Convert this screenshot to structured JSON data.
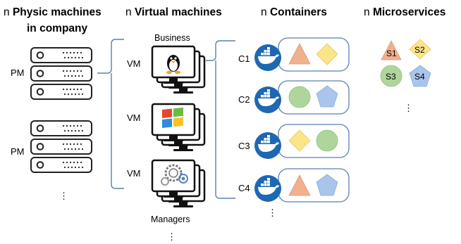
{
  "headers": {
    "pm_prefix": "n ",
    "pm_line1": "Physic machines",
    "pm_line2": "in company",
    "vm_prefix": "n ",
    "vm_bold": "Virtual machines",
    "ct_prefix": "n ",
    "ct_bold": "Containers",
    "ms_prefix": "n ",
    "ms_bold": "Microservices"
  },
  "physical": {
    "label_1": "PM",
    "label_2": "PM",
    "ellipsis": "⋮"
  },
  "virtual": {
    "business_label": "Business",
    "vm_label_1": "VM",
    "vm_label_2": "VM",
    "vm_label_3": "VM",
    "managers_label": "Managers",
    "ellipsis": "⋮"
  },
  "containers": {
    "labels": [
      "C1",
      "C2",
      "C3",
      "C4"
    ],
    "ellipsis": "⋮"
  },
  "microservices": {
    "labels": [
      "S1",
      "S2",
      "S3",
      "S4"
    ],
    "ellipsis": "⋮"
  },
  "colors": {
    "orange": "#f2b08e",
    "yellow": "#fde486",
    "green": "#aed59b",
    "blue": "#a9c5ec",
    "docker": "#1e67b4",
    "bracket": "#5b7fb0",
    "rack": "#222222"
  }
}
